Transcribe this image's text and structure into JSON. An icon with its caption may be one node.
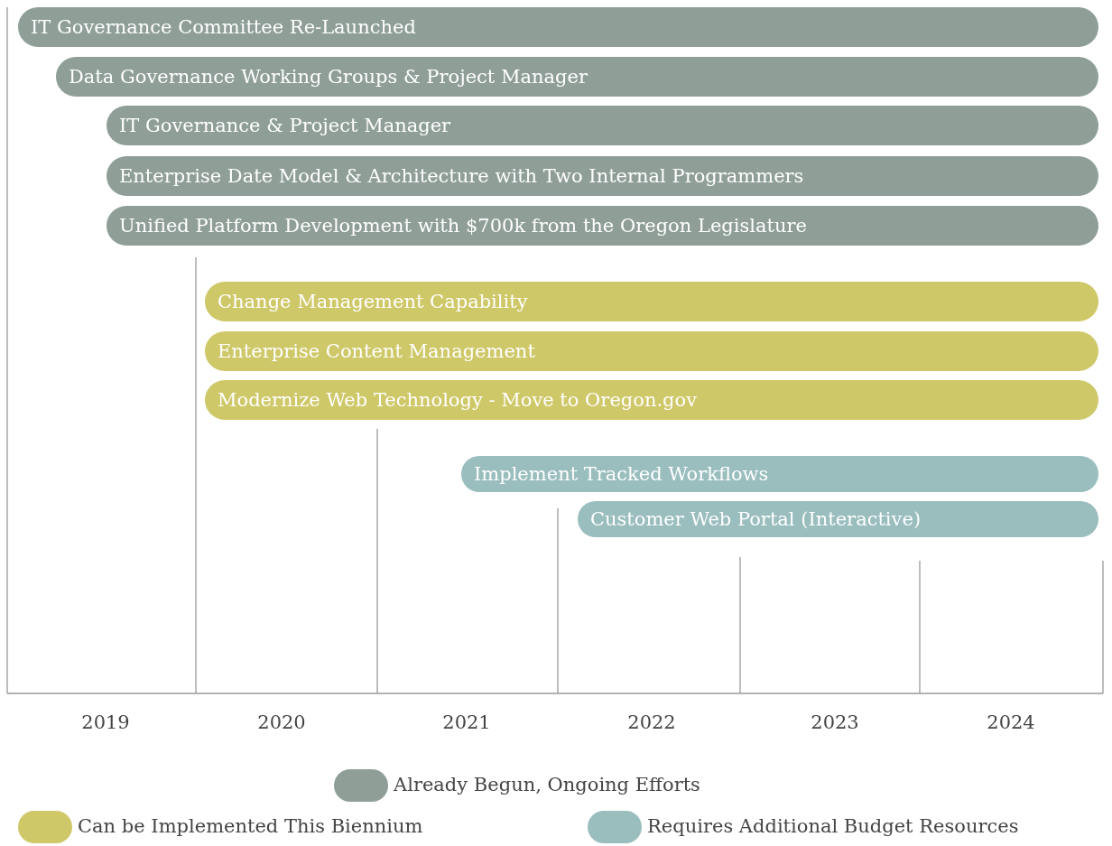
{
  "diagram": {
    "nodes": [
      {
        "text": [
          "IT Governance Committee Re-Launched"
        ]
      },
      {
        "text": [
          "Data Governance Working Groups & Project Manager"
        ]
      },
      {
        "text": [
          "IT Governance & Project Manager"
        ]
      },
      {
        "text": [
          "Enterprise Date Model & Architecture with Two Internal Programmers"
        ]
      },
      {
        "text": [
          "Unified Platform Development with $700k from the Oregon Legislature"
        ]
      },
      {
        "text": [
          "Change Management Capability"
        ]
      },
      {
        "text": [
          "Enterprise Content Management"
        ]
      },
      {
        "text": [
          "Modernize Web Technology - Move to Oregon.gov"
        ]
      },
      {
        "text": [
          "Implement Tracked Workflows"
        ]
      },
      {
        "text": [
          "Customer Web Portal (Interactive)"
        ]
      }
    ],
    "labels": [
      "2019",
      "2020",
      "2021",
      "2022",
      "2023",
      "2024"
    ],
    "legend": [
      {
        "text": "Already Begun, Ongoing Efforts",
        "color": "#8f9f98"
      },
      {
        "text": "Can be Implemented This Biennium",
        "color": "#cfc869"
      },
      {
        "text": "Requires Additional Budget Resources",
        "color": "#9abdbe"
      }
    ]
  }
}
